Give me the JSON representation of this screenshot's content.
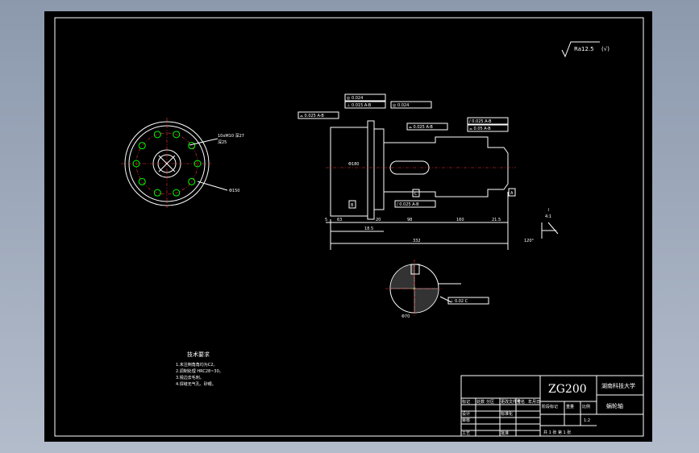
{
  "roughness": {
    "main": "Ra12.5",
    "suffix": "(√)"
  },
  "tech_req": {
    "title": "技术要求",
    "items": [
      "1.未注倒角角均为C2。",
      "2.调制处理 HRC28~30。",
      "3.锐边去毛刺。",
      "4.焊缝无气孔、砂眼。"
    ]
  },
  "dims": {
    "len_total": "332",
    "sub_len": "18.5",
    "seg": [
      "5",
      "63",
      "20",
      "98",
      "160",
      "21.5"
    ],
    "radial": "Φ180",
    "holes": "10xM10 深27",
    "pcd": "Φ150",
    "hole_depth": "深25",
    "section_dim": "Φ70"
  },
  "tolerances": [
    "◎ 0.024",
    "⊥ 0.015 A-B",
    "⌓ 0.025 A-B",
    "◎ 0.024",
    "⌓ 0.025 A-B",
    "/ 0.025 A-B",
    "⌓ 0.05 A-B",
    "/ 0.025 A-B",
    "⊥ 0.02 C"
  ],
  "datums": [
    "B",
    "A",
    "C"
  ],
  "detail": {
    "label": "I",
    "scale": "4:1",
    "angle": "120°"
  },
  "title_block": {
    "part_no": "ZG200",
    "school": "湖南科技大学",
    "part_name": "蜗轮轴",
    "row_labels": [
      "标记",
      "设计",
      "审核",
      "工艺"
    ],
    "col_labels": [
      "处数",
      "分区",
      "更改文件号",
      "签名",
      "年月日"
    ],
    "std": "标准化",
    "approve": "批准",
    "stage": "阶段标记",
    "weight": "重量",
    "scale_label": "比例",
    "scale": "1:2",
    "sheets": "共 1 张  第 1 张"
  }
}
